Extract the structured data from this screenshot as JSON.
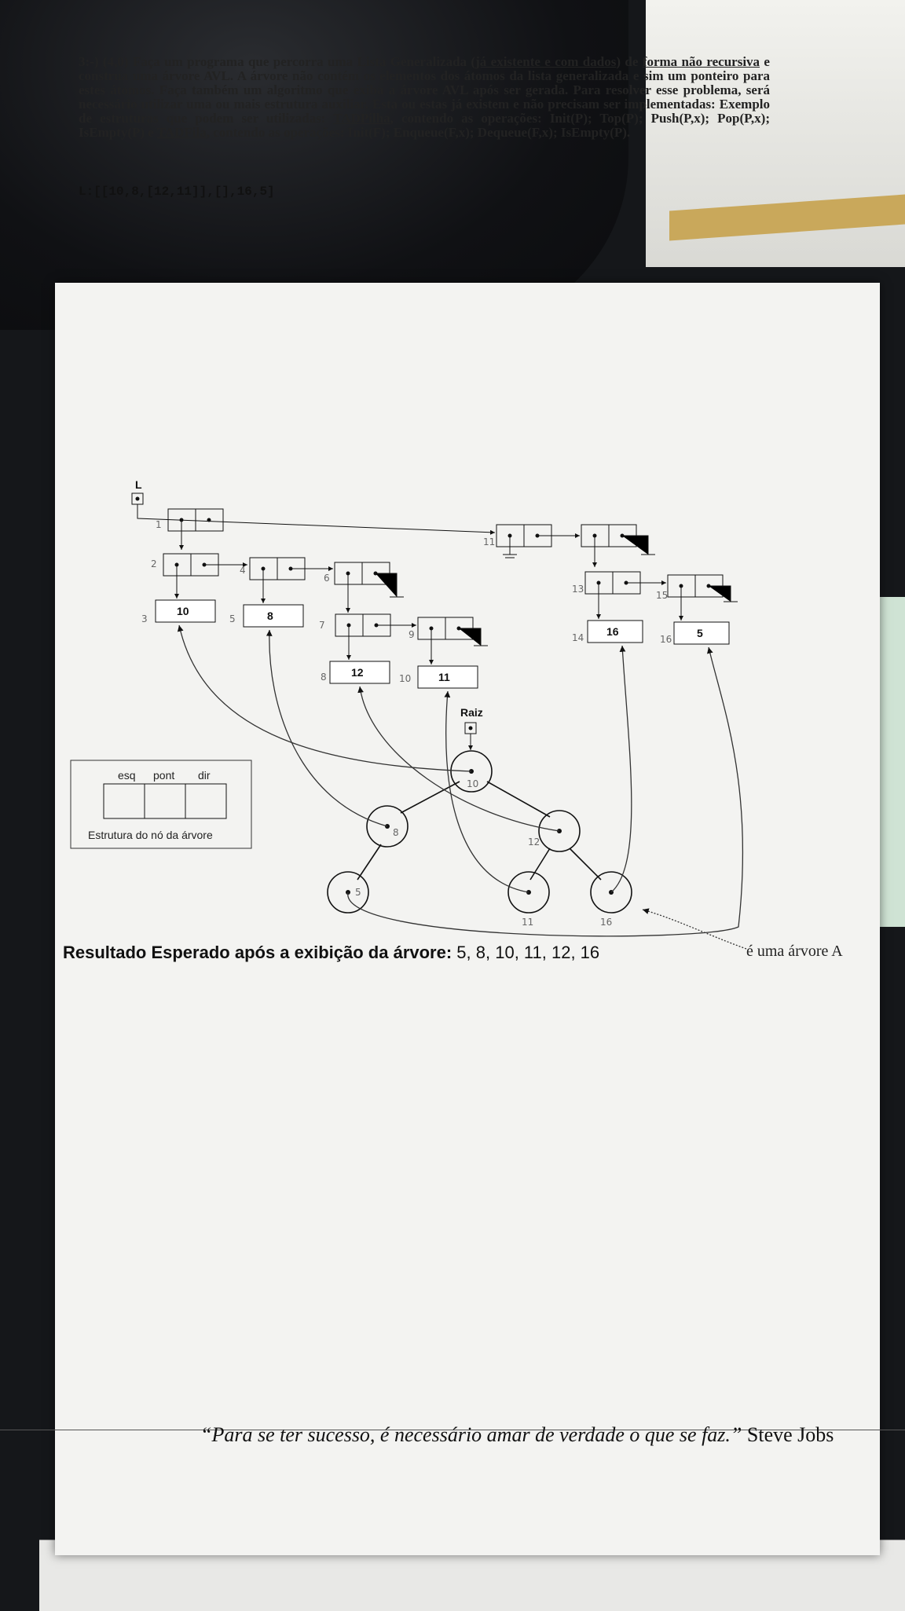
{
  "question": {
    "number": "3:-) (4,0)",
    "part1": "Faça um programa que percorra uma Lista Generalizada (",
    "underline1": "já existente e com dados",
    "part2": ") de ",
    "underline2": "forma não recursiva",
    "part3": " e construa uma árvore AVL. A árvore não contém os elementos dos átomos da lista generalizada e sim um ponteiro para estes átomos. Faça também um algoritmo que exiba a árvore AVL após ser gerada. Para resolver esse problema, será necessário utilizar uma ou mais estrutura auxiliar. Esta ou estas já existem e não precisam ser implementadas: Exemplo de estruturas que podem ser utilizadas: ",
    "underline3": "TADPilha",
    "part4": ", contendo as operações: Init(P); Top(P); Push(P,x); Pop(P,x); IsEmpty(P) e ",
    "underline4": "TADFila",
    "part5": ", contendo as operações: Init(F); Enqueue(F,x); Dequeue(F,x); IsEmpty(P)."
  },
  "list_notation": "L:[[10,8,[12,11]],[],16,5]",
  "diagram": {
    "list_pointer_label": "L",
    "atoms": {
      "a10": "10",
      "a8": "8",
      "a12": "12",
      "a11": "11",
      "a16": "16",
      "a5": "5"
    },
    "handwritten": {
      "h1": "1",
      "h2": "2",
      "h3": "3",
      "h5": "5",
      "h6": "6",
      "h7": "7",
      "h8": "8",
      "h10": "10",
      "h11": "11",
      "h13": "13",
      "h14": "14",
      "h15": "15",
      "h16": "16",
      "h9": "9",
      "h4": "4"
    },
    "root_label": "Raiz",
    "tree_nodes": {
      "n10": "10",
      "n8": "8",
      "n12": "12",
      "n5": "5",
      "n11": "11",
      "n16": "16"
    },
    "node_structure": {
      "esq": "esq",
      "pont": "pont",
      "dir": "dir",
      "caption": "Estrutura do nó da árvore"
    }
  },
  "result": {
    "label": "Resultado Esperado após a exibição da árvore:",
    "value": "5, 8, 10, 11, 12, 16"
  },
  "avl_note": "é uma árvore A",
  "quote": {
    "text": "“Para se ter sucesso, é necessário amar de verdade o que se faz.”",
    "author": "Steve Jobs"
  },
  "colors": {
    "paper": "#f3f3f1",
    "ink": "#111111",
    "desk_edge": "#c9a85b"
  }
}
